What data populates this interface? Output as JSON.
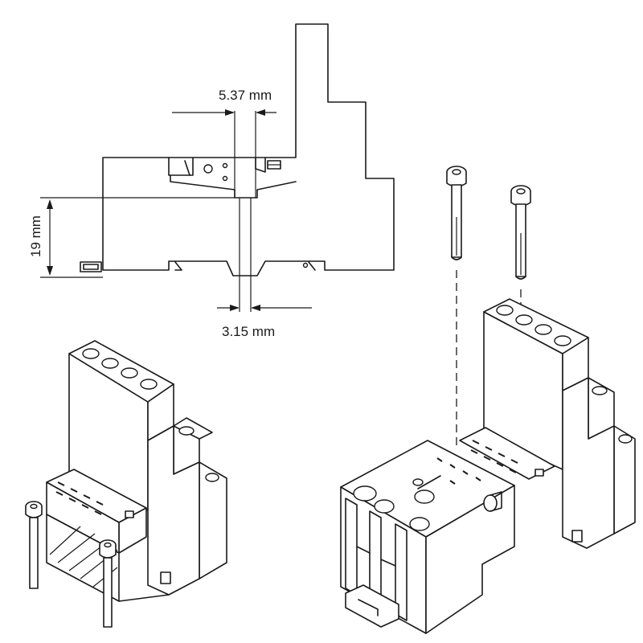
{
  "dimensions": {
    "top_width": "5.37 mm",
    "height": "19 mm",
    "bottom_width": "3.15 mm"
  }
}
